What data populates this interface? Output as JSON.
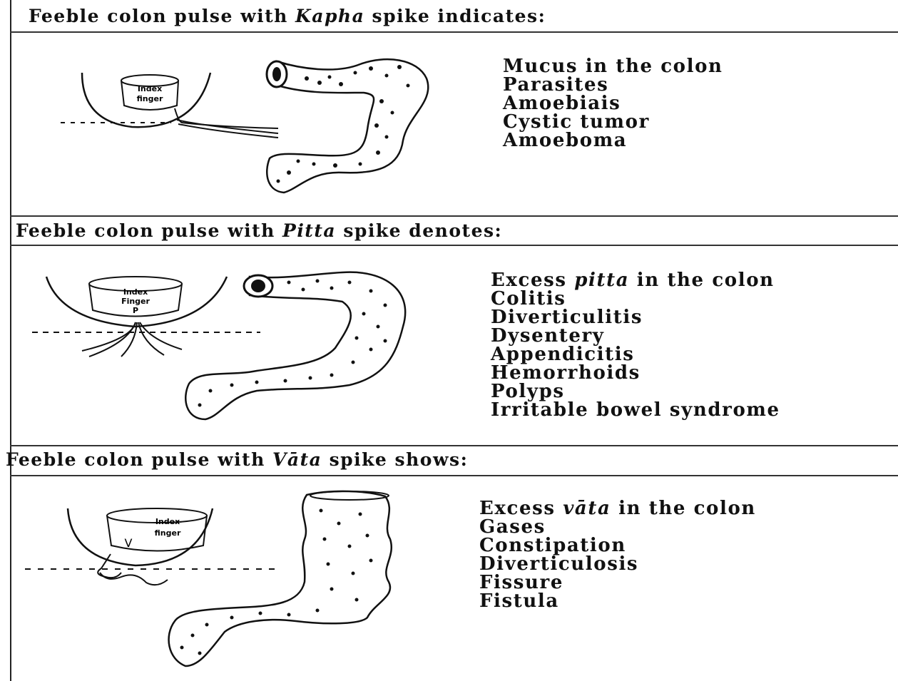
{
  "sections": [
    {
      "header_prefix": "Feeble colon pulse with ",
      "header_dosha": "Kapha",
      "header_suffix": " spike indicates:",
      "finger_label_1": "Index",
      "finger_label_2": "finger",
      "finger_label_3": "",
      "items": [
        "Mucus in the colon",
        "Parasites",
        "Amoebiais",
        "Cystic tumor",
        "Amoeboma"
      ]
    },
    {
      "header_prefix": "Feeble colon pulse with ",
      "header_dosha": "Pitta",
      "header_suffix": " spike denotes:",
      "finger_label_1": "Index",
      "finger_label_2": "Finger",
      "finger_label_3": "P",
      "item0_prefix": "Excess ",
      "item0_em": "pitta",
      "item0_suffix": " in the colon",
      "items": [
        "Colitis",
        "Diverticulitis",
        "Dysentery",
        "Appendicitis",
        "Hemorrhoids",
        "Polyps",
        "Irritable bowel syndrome"
      ]
    },
    {
      "header_prefix": "Feeble colon pulse with ",
      "header_dosha": "Vāta",
      "header_suffix": " spike shows:",
      "finger_label_1": "Index",
      "finger_label_2": "finger",
      "finger_label_3": "V",
      "item0_prefix": "Excess ",
      "item0_em": "vāta",
      "item0_suffix": " in the colon",
      "items": [
        "Gases",
        "Constipation",
        "Diverticulosis",
        "Fissure",
        "Fistula"
      ]
    }
  ]
}
